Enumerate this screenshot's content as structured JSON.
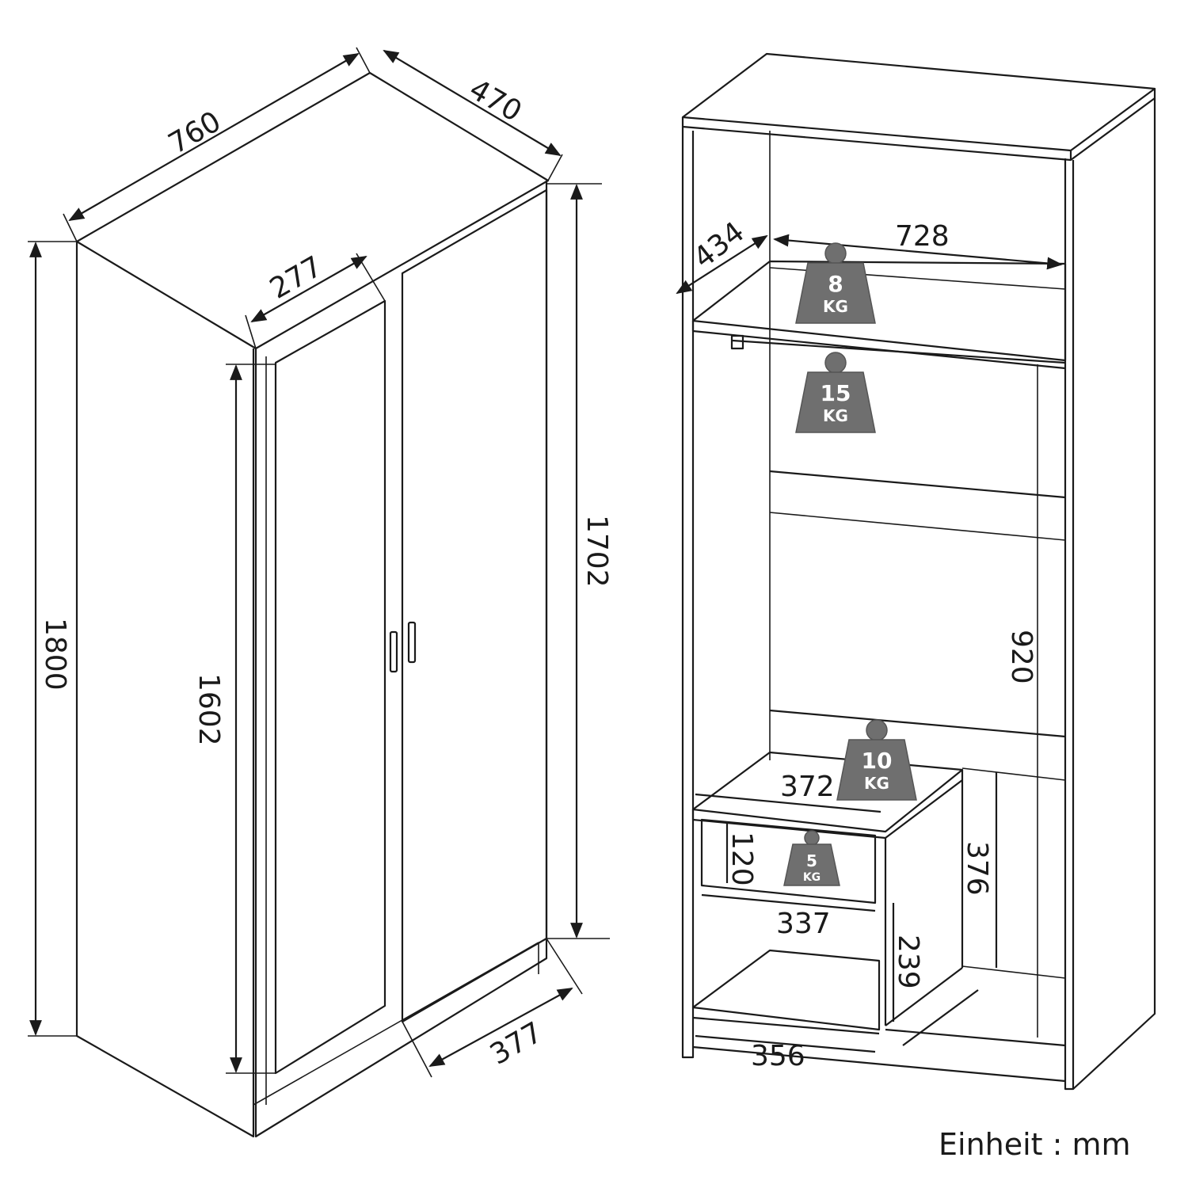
{
  "closed_wardrobe": {
    "width": "760",
    "depth": "470",
    "total_height": "1800",
    "door_height": "1602",
    "body_height": "1702",
    "door_width": "277",
    "side_depth": "377"
  },
  "open_wardrobe": {
    "shelf_width": "728",
    "shelf_depth": "434",
    "hanging_height": "920",
    "drawer_top_width": "372",
    "drawer_height": "120",
    "drawer_inner_width": "337",
    "drawer_unit_height": "376",
    "lower_compartment_height": "239",
    "bottom_width": "356"
  },
  "weights": [
    {
      "value": "8",
      "unit": "KG"
    },
    {
      "value": "15",
      "unit": "KG"
    },
    {
      "value": "10",
      "unit": "KG"
    },
    {
      "value": "5",
      "unit": "KG"
    }
  ],
  "unit_label": "Einheit : mm",
  "colors": {
    "line": "#1a1a1a",
    "weight": "#6f6f6f"
  }
}
